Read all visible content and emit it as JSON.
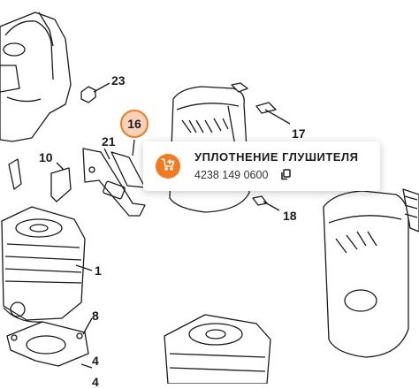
{
  "callouts": {
    "c23": "23",
    "c21": "21",
    "c17": "17",
    "c10": "10",
    "c18": "18",
    "c1": "1",
    "c8": "8",
    "c4a": "4",
    "c4b": "4"
  },
  "selected_callout": "16",
  "tooltip": {
    "part_name": "УПЛОТНЕНИЕ ГЛУШИТЕЛЯ",
    "part_number": "4238 149 0600",
    "cart_icon": "cart-add-icon",
    "copy_icon": "copy-icon"
  },
  "colors": {
    "accent": "#f37a1f",
    "badge_fill": "#f8d2b8",
    "line": "#1b1b1b"
  }
}
